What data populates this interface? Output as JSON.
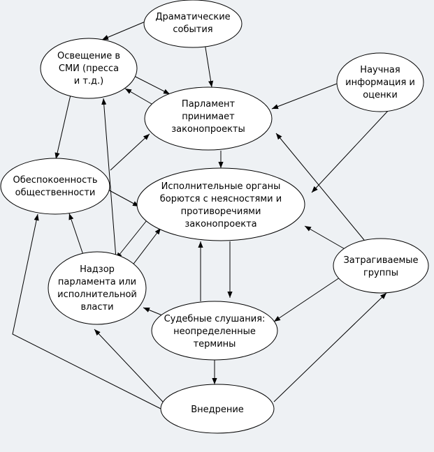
{
  "diagram": {
    "nodes": {
      "dramatic_events": {
        "lines": [
          "Драматические",
          "события"
        ]
      },
      "media": {
        "lines": [
          "Освещение в",
          "СМИ (пресса",
          "и т.д.)"
        ]
      },
      "parliament": {
        "lines": [
          "Парламент",
          "принимает",
          "законопроекты"
        ]
      },
      "science": {
        "lines": [
          "Научная",
          "информация и",
          "оценки"
        ]
      },
      "public_concern": {
        "lines": [
          "Обеспокоенность",
          "общественности"
        ]
      },
      "executive": {
        "lines": [
          "Исполнительные органы",
          "борются с неясностями и",
          "противоречиями",
          "законопроекта"
        ]
      },
      "oversight": {
        "lines": [
          "Надзор",
          "парламента или",
          "исполнительной",
          "власти"
        ]
      },
      "affected_groups": {
        "lines": [
          "Затрагиваемые",
          "группы"
        ]
      },
      "court": {
        "lines": [
          "Судебные слушания:",
          "неопределенные",
          "термины"
        ]
      },
      "implementation": {
        "lines": [
          "Внедрение"
        ]
      }
    },
    "edges": [
      {
        "from": "dramatic_events",
        "to": "media"
      },
      {
        "from": "dramatic_events",
        "to": "parliament"
      },
      {
        "from": "media",
        "to": "parliament"
      },
      {
        "from": "parliament",
        "to": "media"
      },
      {
        "from": "media",
        "to": "public_concern"
      },
      {
        "from": "public_concern",
        "to": "parliament"
      },
      {
        "from": "public_concern",
        "to": "executive"
      },
      {
        "from": "science",
        "to": "parliament"
      },
      {
        "from": "science",
        "to": "executive"
      },
      {
        "from": "parliament",
        "to": "executive"
      },
      {
        "from": "oversight",
        "to": "media"
      },
      {
        "from": "oversight",
        "to": "public_concern"
      },
      {
        "from": "executive",
        "to": "oversight"
      },
      {
        "from": "oversight",
        "to": "executive"
      },
      {
        "from": "executive",
        "to": "court"
      },
      {
        "from": "court",
        "to": "executive"
      },
      {
        "from": "court",
        "to": "oversight"
      },
      {
        "from": "affected_groups",
        "to": "executive"
      },
      {
        "from": "affected_groups",
        "to": "parliament"
      },
      {
        "from": "affected_groups",
        "to": "court"
      },
      {
        "from": "court",
        "to": "implementation"
      },
      {
        "from": "implementation",
        "to": "oversight"
      },
      {
        "from": "implementation",
        "to": "affected_groups"
      },
      {
        "from": "implementation",
        "to": "public_concern"
      }
    ]
  }
}
